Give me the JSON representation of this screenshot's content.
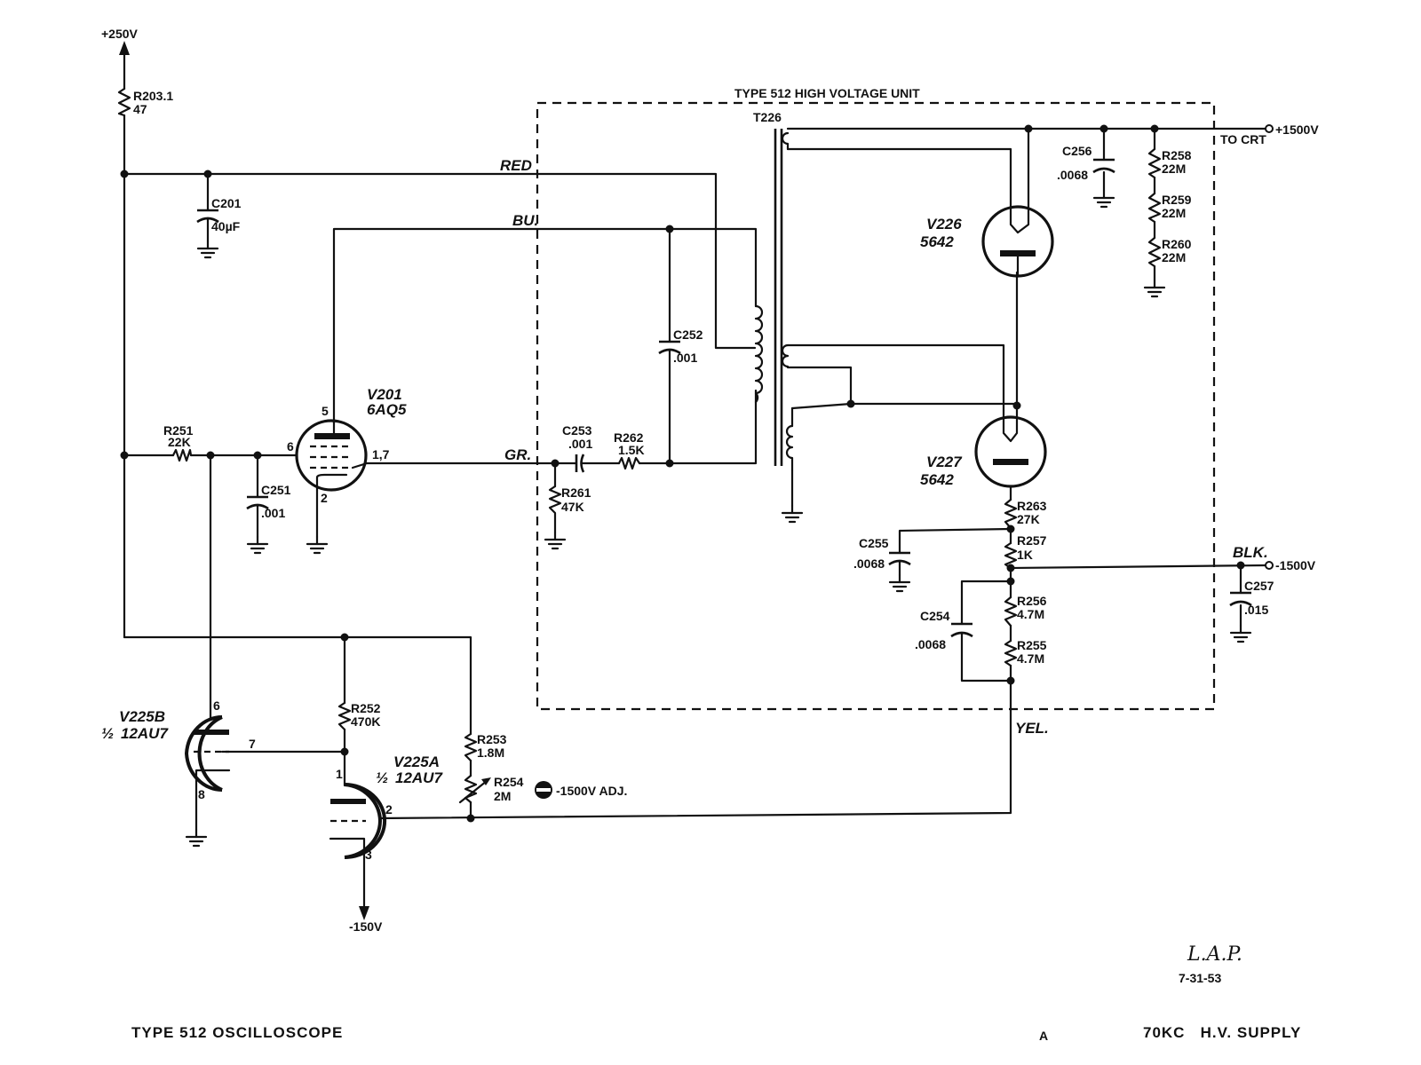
{
  "rails": {
    "plus250": "+250V",
    "minus150": "-150V"
  },
  "unit_title": "TYPE 512 HIGH VOLTAGE UNIT",
  "outputs": {
    "to_crt": "TO CRT",
    "plus1500": "+1500V",
    "minus1500": "-1500V"
  },
  "wire_colors": {
    "red": "RED",
    "blue": "BU.",
    "green": "GR.",
    "black": "BLK.",
    "yellow": "YEL."
  },
  "resistors": {
    "r2031": {
      "ref": "R203.1",
      "val": "47"
    },
    "r251": {
      "ref": "R251",
      "val": "22K"
    },
    "r252": {
      "ref": "R252",
      "val": "470K"
    },
    "r253": {
      "ref": "R253",
      "val": "1.8M"
    },
    "r254": {
      "ref": "R254",
      "val": "2M"
    },
    "r261": {
      "ref": "R261",
      "val": "47K"
    },
    "r262": {
      "ref": "R262",
      "val": "1.5K"
    },
    "r263": {
      "ref": "R263",
      "val": "27K"
    },
    "r257": {
      "ref": "R257",
      "val": "1K"
    },
    "r256": {
      "ref": "R256",
      "val": "4.7M"
    },
    "r255": {
      "ref": "R255",
      "val": "4.7M"
    },
    "r258": {
      "ref": "R258",
      "val": "22M"
    },
    "r259": {
      "ref": "R259",
      "val": "22M"
    },
    "r260": {
      "ref": "R260",
      "val": "22M"
    }
  },
  "capacitors": {
    "c201": {
      "ref": "C201",
      "val": "40µF"
    },
    "c251": {
      "ref": "C251",
      "val": ".001"
    },
    "c252": {
      "ref": "C252",
      "val": ".001"
    },
    "c253": {
      "ref": "C253",
      "val": ".001"
    },
    "c254": {
      "ref": "C254",
      "val": ".0068"
    },
    "c255": {
      "ref": "C255",
      "val": ".0068"
    },
    "c256": {
      "ref": "C256",
      "val": ".0068"
    },
    "c257": {
      "ref": "C257",
      "val": ".015"
    }
  },
  "tubes": {
    "v201": {
      "ref": "V201",
      "type": "6AQ5"
    },
    "v226": {
      "ref": "V226",
      "type": "5642"
    },
    "v227": {
      "ref": "V227",
      "type": "5642"
    },
    "v225a": {
      "ref": "V225A",
      "type": "12AU7",
      "half": "½"
    },
    "v225b": {
      "ref": "V225B",
      "type": "12AU7",
      "half": "½"
    }
  },
  "pins": {
    "p5": "5",
    "p6": "6",
    "p2": "2",
    "p17": "1,7",
    "b6": "6",
    "b7": "7",
    "b8": "8",
    "a1": "1",
    "a2": "2",
    "a3": "3"
  },
  "transformer": "T226",
  "adjust_label": "-1500V ADJ.",
  "footer": {
    "left": "TYPE 512 OSCILLOSCOPE",
    "mark": "A",
    "right": "70KC   H.V. SUPPLY"
  },
  "signature": {
    "initials": "L.A.P.",
    "date": "7-31-53"
  }
}
